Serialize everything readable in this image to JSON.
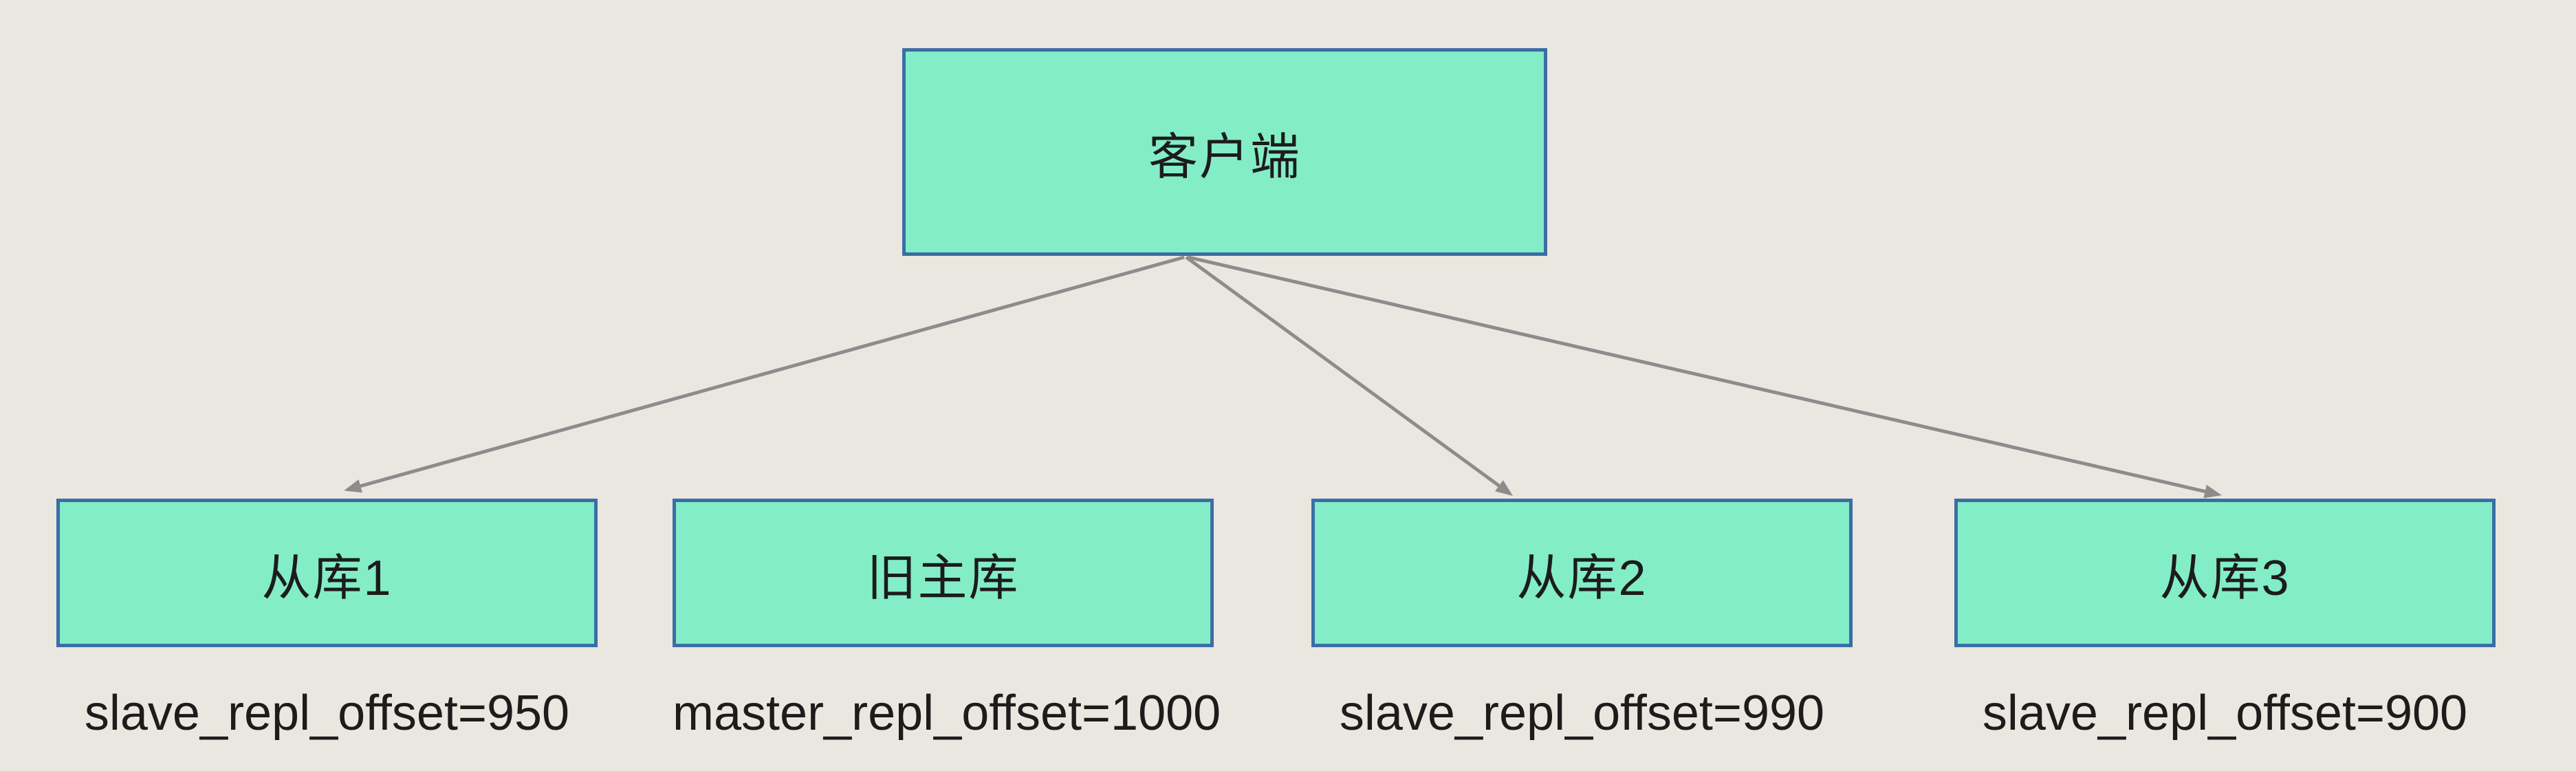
{
  "theme": {
    "bg": "#E9E7DF",
    "node-fill": "#82EDC6",
    "node-border": "#3A6EA5",
    "arrow": "#8C8C8C",
    "text": "#1C1C1C"
  },
  "diagram": {
    "client": {
      "label": "客户端"
    },
    "nodes": [
      {
        "label": "从库1",
        "offset_label": "slave_repl_offset=950"
      },
      {
        "label": "旧主库",
        "offset_label": "master_repl_offset=1000"
      },
      {
        "label": "从库2",
        "offset_label": "slave_repl_offset=990"
      },
      {
        "label": "从库3",
        "offset_label": "slave_repl_offset=900"
      }
    ],
    "arrows": [
      {
        "from": "client",
        "to": "slave-1"
      },
      {
        "from": "client",
        "to": "slave-2"
      },
      {
        "from": "client",
        "to": "slave-3"
      }
    ]
  }
}
